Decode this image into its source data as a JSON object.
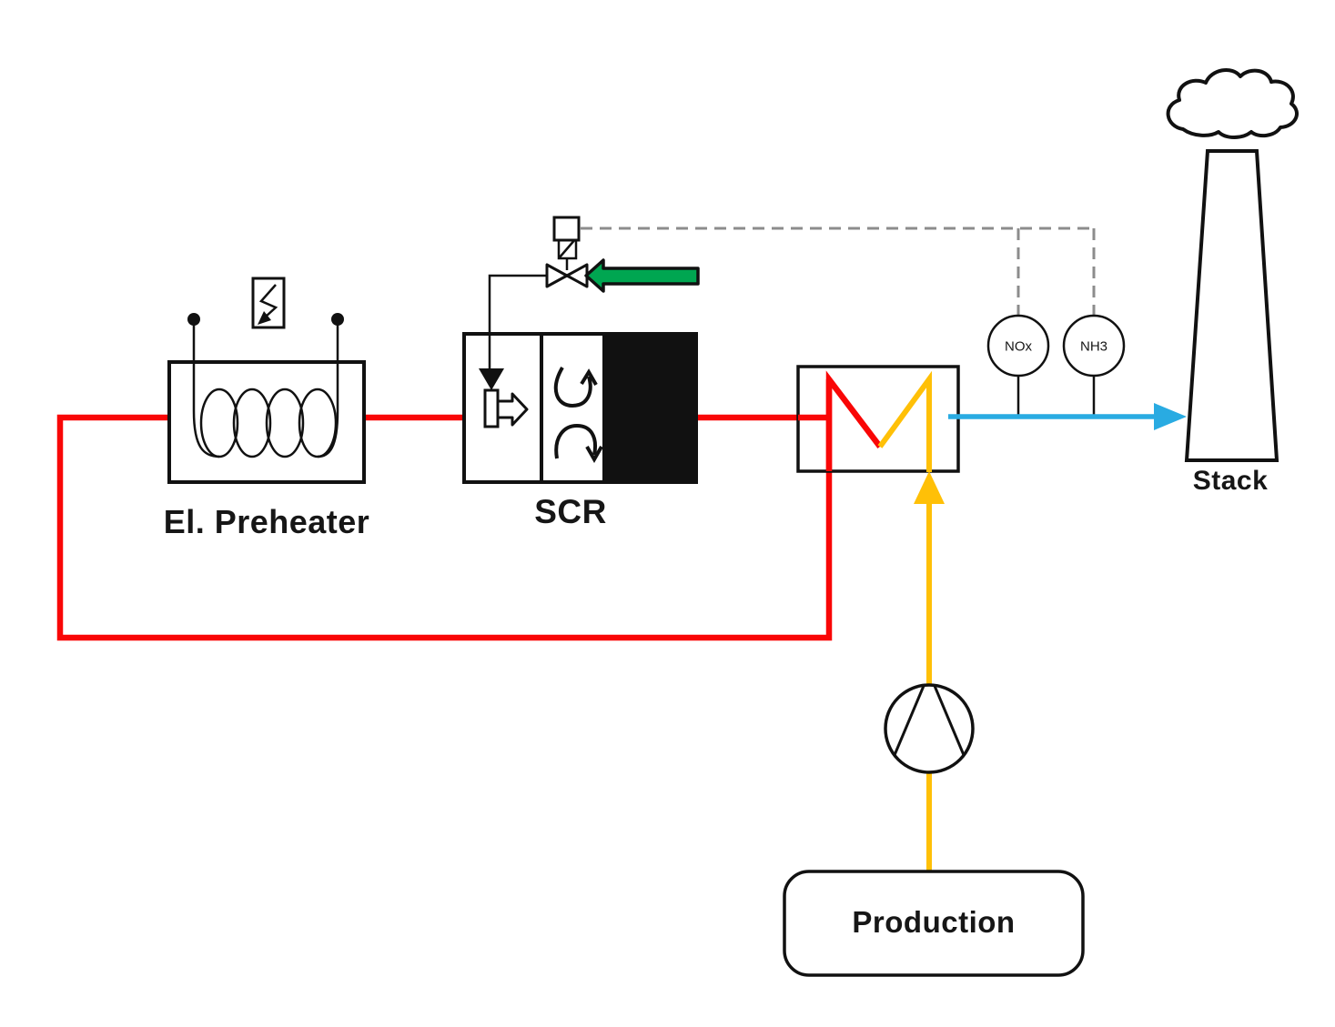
{
  "diagram": {
    "labels": {
      "preheater": "El. Preheater",
      "scr": "SCR",
      "stack": "Stack",
      "production": "Production",
      "sensor_nox": "NOx",
      "sensor_nh3": "NH3"
    },
    "flows": {
      "hot_gas_loop": "red line: preheater -> SCR -> heat exchanger -> return loop",
      "process_gas_feed": "orange line: Production -> fan -> heat exchanger",
      "clean_gas_to_stack": "blue line: heat exchanger -> stack",
      "nh3_supply": "green block arrow into control valve",
      "control_signal": "gray dashed line: NOx / NH3 sensors -> valve actuator"
    },
    "icons": {
      "lightning": "electric-power-bolt",
      "heating_coil": "inductor-coil",
      "control_valve": "bowtie-valve-with-actuator",
      "injector": "spray-nozzle",
      "mixing_arrows": "swirl-arrows",
      "catalyst_layers": "teal-mesh-grids",
      "fan": "circle-fan",
      "cloud": "smoke-cloud",
      "chimney": "stack-trapezoid"
    },
    "colors": {
      "hot_line": "#f90606",
      "cold_feed_line": "#ffc007",
      "clean_gas_line": "#29abe2",
      "control_dash": "#8c8c8c",
      "scr_green": "#14a657",
      "nh3_arrow_green": "#00a651",
      "hx_hot": "#ec1c2e",
      "hx_cold": "#2baee8",
      "preheater_edge": "#ffde00",
      "preheater_core": "#f90d00",
      "catalyst_teal": "#1ba99c",
      "outline": "#111111"
    }
  }
}
